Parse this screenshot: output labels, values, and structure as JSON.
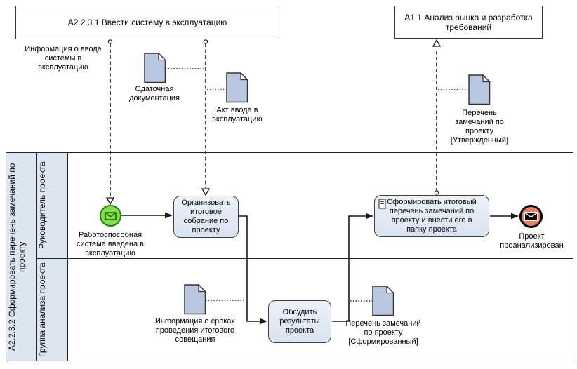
{
  "diagram": {
    "external_activities": {
      "put_into_operation": "A2.2.3.1 Ввести систему в эксплуатацию",
      "market_analysis": "A1.1 Анализ рынка и разработка требований"
    },
    "pool": {
      "title": "A2.2.3.2 Сформировать перечень замечаний по проекту",
      "lanes": [
        "Руководитель проекта",
        "Группа анализа проекта"
      ]
    },
    "events": {
      "start_label": "Работоспособная система введена в эксплуатацию",
      "end_label": "Проект проанализирован"
    },
    "tasks": {
      "organize_meeting": "Организовать итоговое собрание по проекту",
      "form_final_list": "Сформировать итоговый перечень замечаний по проекту и внести его в папку проекта",
      "discuss_results": "Обсудить результаты проекта"
    },
    "documents": {
      "handover_docs": "Сдаточная документация",
      "commissioning_act": "Акт ввода в эксплуатацию",
      "remarks_approved": "Перечень замечаний по проекту [Утвержденный]",
      "meeting_schedule_info": "Информация о сроках проведения итогового совещания",
      "remarks_formed": "Перечень замечаний по проекту [Сформированный]"
    },
    "flow_labels": {
      "system_input_info": "Информация о вводе системы в эксплуатацию"
    },
    "colors": {
      "start_event_fill": "#7FE04A",
      "start_event_border": "#2F7D10",
      "end_event_fill": "#ED7F63",
      "end_event_border": "#000000",
      "task_fill": "#DFE9F5",
      "task_border": "#404040",
      "document_fill": "#B9C8E0",
      "lane_header_fill": "#DCE6F1",
      "line_color": "#1A1A1A"
    }
  }
}
